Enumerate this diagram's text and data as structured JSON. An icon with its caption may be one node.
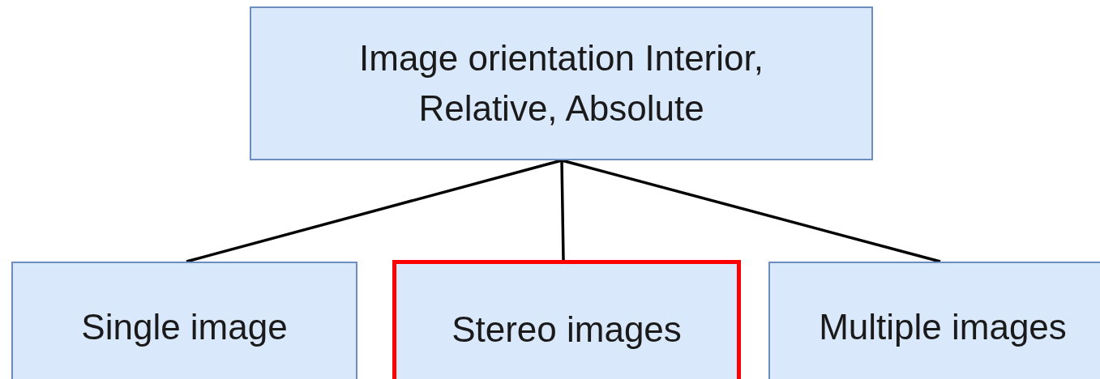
{
  "diagram": {
    "nodes": [
      {
        "text": [
          "Image orientation Interior, Relative, Absolute"
        ]
      },
      {
        "text": [
          "Single image"
        ]
      },
      {
        "text": [
          "Stereo images"
        ]
      },
      {
        "text": [
          "Multiple images"
        ]
      }
    ],
    "edges": [
      {
        "from": 0,
        "to": 1,
        "arrow": "none"
      },
      {
        "from": 0,
        "to": 2,
        "arrow": "none"
      },
      {
        "from": 0,
        "to": 3,
        "arrow": "none"
      }
    ]
  }
}
